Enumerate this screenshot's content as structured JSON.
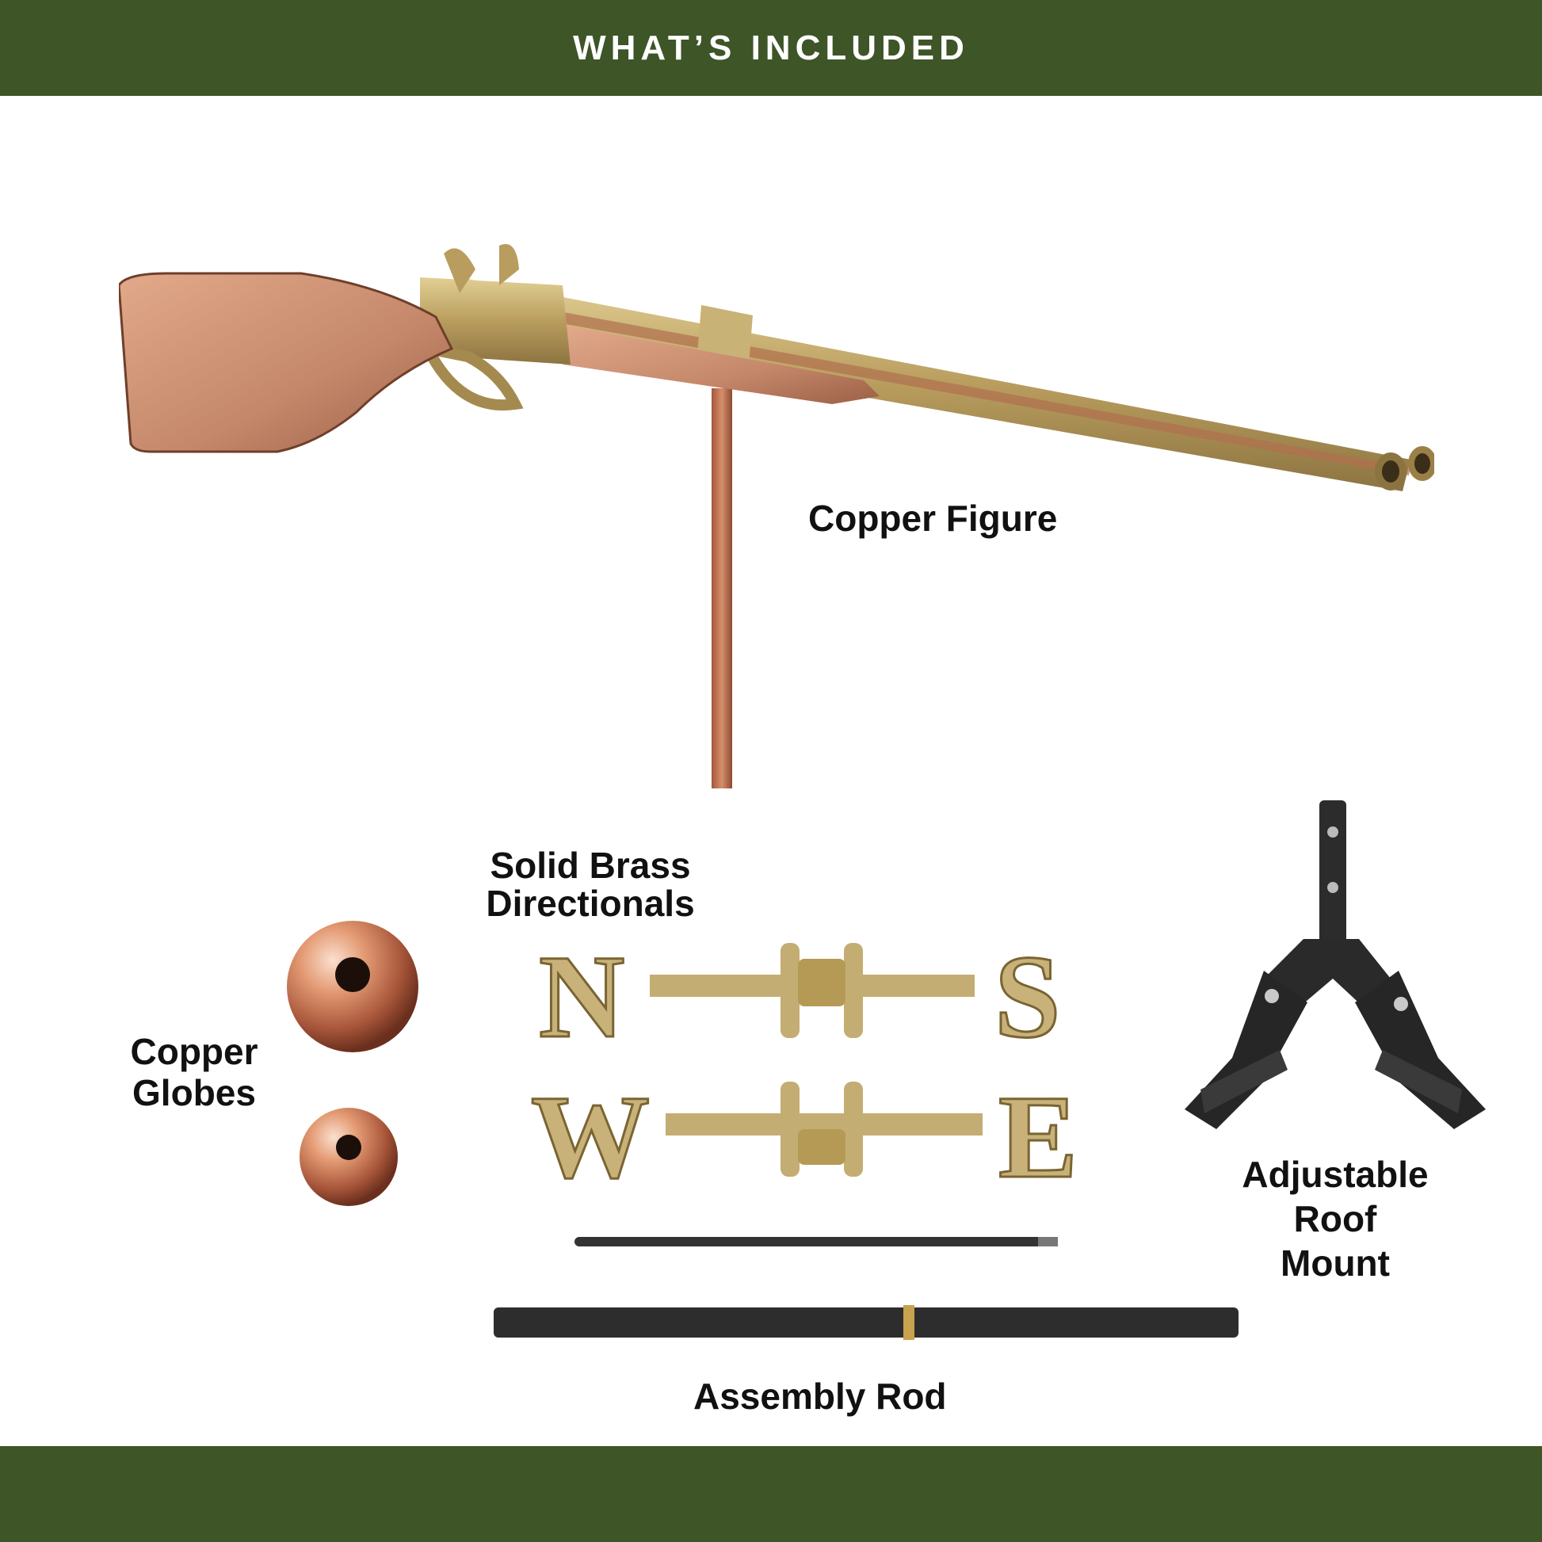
{
  "header": {
    "title": "WHAT’S INCLUDED"
  },
  "labels": {
    "copper_figure": "Copper Figure",
    "solid_brass_line1": "Solid Brass",
    "solid_brass_line2": "Directionals",
    "copper_globes_line1": "Copper",
    "copper_globes_line2": "Globes",
    "roof_mount_line1": "Adjustable",
    "roof_mount_line2": "Roof",
    "roof_mount_line3": "Mount",
    "assembly_rod": "Assembly Rod"
  },
  "directionals": {
    "top_left": "N",
    "top_right": "S",
    "bottom_left": "W",
    "bottom_right": "E"
  },
  "colors": {
    "band": "#3d5527",
    "copper": "#c88a6a",
    "brass": "#c8b27a",
    "black": "#2a2a2a"
  },
  "icons": [
    "shotgun-figure-icon",
    "copper-globe-icon",
    "brass-directional-icon",
    "roof-mount-icon",
    "assembly-rod-icon"
  ]
}
